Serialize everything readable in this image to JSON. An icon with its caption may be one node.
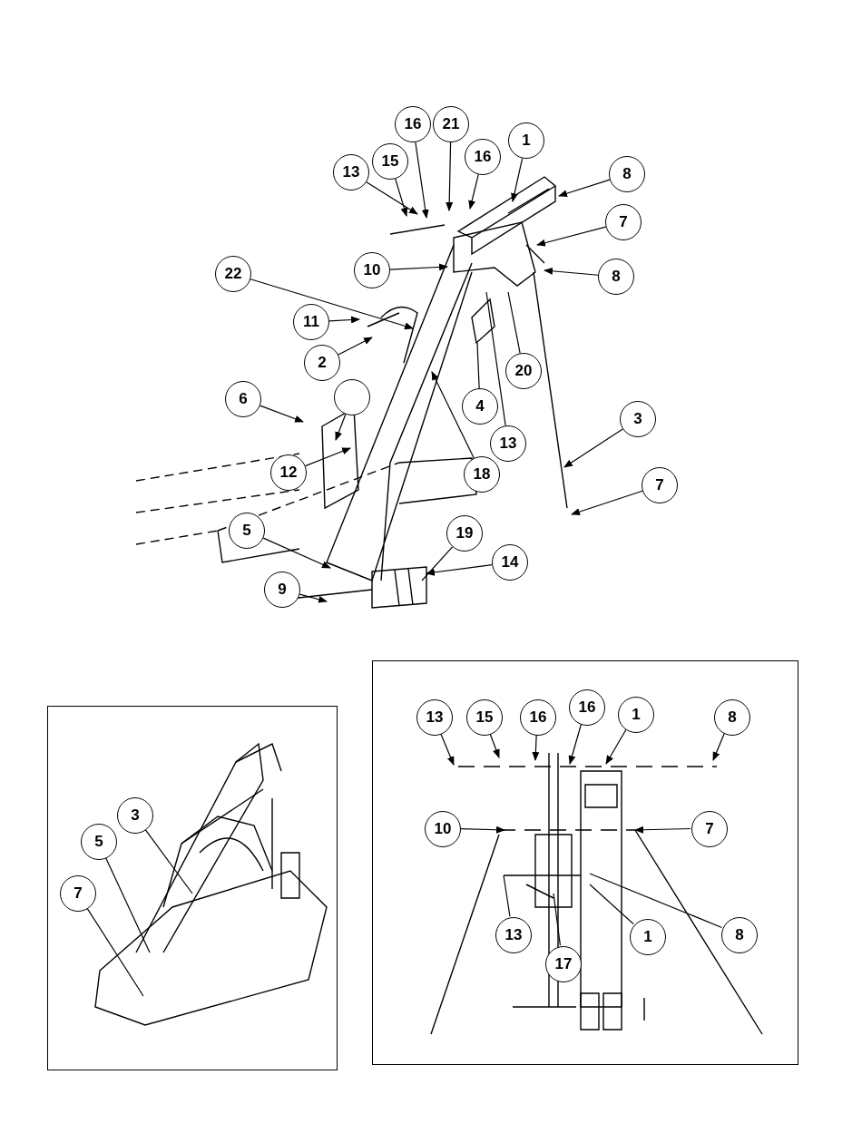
{
  "diagram": {
    "nodes": [
      {
        "text": [
          "16"
        ]
      },
      {
        "text": [
          "21"
        ]
      },
      {
        "text": [
          "1"
        ]
      },
      {
        "text": [
          "13"
        ]
      },
      {
        "text": [
          "15"
        ]
      },
      {
        "text": [
          "16"
        ]
      },
      {
        "text": [
          "8"
        ]
      },
      {
        "text": [
          "7"
        ]
      },
      {
        "text": [
          "22"
        ]
      },
      {
        "text": [
          "10"
        ]
      },
      {
        "text": [
          "8"
        ]
      },
      {
        "text": [
          "11"
        ]
      },
      {
        "text": [
          "2"
        ]
      },
      {
        "text": [
          "20"
        ]
      },
      {
        "text": [
          "6"
        ]
      },
      {
        "text": [],
        "shape": "circle"
      },
      {
        "text": [
          "4"
        ]
      },
      {
        "text": [
          "3"
        ]
      },
      {
        "text": [
          "13"
        ]
      },
      {
        "text": [
          "12"
        ]
      },
      {
        "text": [
          "18"
        ]
      },
      {
        "text": [
          "7"
        ]
      },
      {
        "text": [
          "5"
        ]
      },
      {
        "text": [
          "19"
        ]
      },
      {
        "text": [
          "14"
        ]
      },
      {
        "text": [
          "9"
        ]
      },
      {
        "text": [],
        "shape": "box"
      },
      {
        "text": [
          "13"
        ],
        "in": 26
      },
      {
        "text": [
          "15"
        ],
        "in": 26
      },
      {
        "text": [
          "16"
        ],
        "in": 26
      },
      {
        "text": [
          "16"
        ],
        "in": 26
      },
      {
        "text": [
          "1"
        ],
        "in": 26
      },
      {
        "text": [
          "8"
        ],
        "in": 26
      },
      {
        "text": [
          "10"
        ],
        "in": 26
      },
      {
        "text": [
          "7"
        ],
        "in": 26
      },
      {
        "text": [
          "13"
        ],
        "in": 26
      },
      {
        "text": [
          "17"
        ],
        "in": 26
      },
      {
        "text": [
          "1"
        ],
        "in": 26
      },
      {
        "text": [
          "8"
        ],
        "in": 26
      },
      {
        "text": [],
        "shape": "box"
      },
      {
        "text": [
          "3"
        ],
        "in": 39
      },
      {
        "text": [
          "5"
        ],
        "in": 39
      },
      {
        "text": [
          "7"
        ],
        "in": 39
      }
    ],
    "edges": [
      {
        "from": 0,
        "to": null,
        "arrow": "to"
      },
      {
        "from": 1,
        "to": null,
        "arrow": "to"
      },
      {
        "from": 2,
        "to": null,
        "arrow": "to"
      },
      {
        "from": 3,
        "to": null,
        "arrow": "to"
      },
      {
        "from": 4,
        "to": null,
        "arrow": "to"
      },
      {
        "from": 5,
        "to": null,
        "arrow": "to"
      },
      {
        "from": 6,
        "to": null,
        "arrow": "to"
      },
      {
        "from": 7,
        "to": null,
        "arrow": "to"
      },
      {
        "from": 8,
        "to": null,
        "arrow": "to"
      },
      {
        "from": 9,
        "to": null,
        "arrow": "to"
      },
      {
        "from": 10,
        "to": null,
        "arrow": "to"
      },
      {
        "from": 11,
        "to": null,
        "arrow": "to"
      },
      {
        "from": 12,
        "to": null,
        "arrow": "to"
      },
      {
        "from": 13,
        "to": null,
        "arrow": "none"
      },
      {
        "from": 14,
        "to": null,
        "arrow": "to"
      },
      {
        "from": 15,
        "to": null,
        "arrow": "to"
      },
      {
        "from": 16,
        "to": null,
        "arrow": "none"
      },
      {
        "from": 17,
        "to": null,
        "arrow": "to"
      },
      {
        "from": 18,
        "to": null,
        "arrow": "none"
      },
      {
        "from": 19,
        "to": null,
        "arrow": "to"
      },
      {
        "from": 20,
        "to": null,
        "arrow": "to"
      },
      {
        "from": 21,
        "to": null,
        "arrow": "to"
      },
      {
        "from": 22,
        "to": null,
        "arrow": "to"
      },
      {
        "from": 23,
        "to": null,
        "arrow": "none"
      },
      {
        "from": 24,
        "to": null,
        "arrow": "to"
      },
      {
        "from": 25,
        "to": null,
        "arrow": "to"
      },
      {
        "from": 27,
        "to": null,
        "arrow": "to"
      },
      {
        "from": 28,
        "to": null,
        "arrow": "to"
      },
      {
        "from": 29,
        "to": null,
        "arrow": "to"
      },
      {
        "from": 30,
        "to": null,
        "arrow": "to"
      },
      {
        "from": 31,
        "to": null,
        "arrow": "to"
      },
      {
        "from": 32,
        "to": null,
        "arrow": "to"
      },
      {
        "from": 33,
        "to": null,
        "arrow": "to"
      },
      {
        "from": 34,
        "to": null,
        "arrow": "to"
      },
      {
        "from": 35,
        "to": null,
        "arrow": "none"
      },
      {
        "from": 36,
        "to": null,
        "arrow": "none"
      },
      {
        "from": 37,
        "to": null,
        "arrow": "none"
      },
      {
        "from": 38,
        "to": null,
        "arrow": "none"
      },
      {
        "from": 40,
        "to": null,
        "arrow": "none"
      },
      {
        "from": 41,
        "to": null,
        "arrow": "none"
      },
      {
        "from": 42,
        "to": null,
        "arrow": "none"
      }
    ]
  }
}
